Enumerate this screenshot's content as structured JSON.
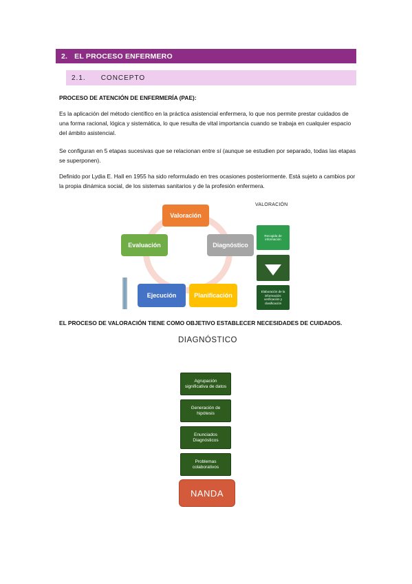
{
  "section": {
    "number": "2.",
    "title": "EL PROCESO ENFERMERO"
  },
  "subsection": {
    "number": "2.1.",
    "title": "CONCEPTO"
  },
  "paragraphs": {
    "p1": "PROCESO DE ATENCIÓN DE ENFERMERÍA (PAE):",
    "p2": "Es la aplicación del método científico en la práctica asistencial enfermera, lo que nos permite prestar cuidados de una forma racional, lógica y sistemática, lo que resulta de vital importancia cuando se trabaja en cualquier espacio del ámbito asistencial.",
    "p3": "Se configuran en 5 etapas sucesivas que se relacionan entre sí (aunque se estudien por separado, todas las etapas se superponen).",
    "p4": "Definido por Lydia E. Hall en 1955 ha sido reformulado en tres ocasiones posteriormente. Está sujeto a cambios por la propia dinámica social, de los sistemas sanitarios y de la profesión enfermera.",
    "p5": "EL PROCESO DE VALORACIÓN TIENE COMO OBJETIVO ESTABLECER NECESIDADES DE CUIDADOS."
  },
  "cycle": {
    "valoracion": "Valoración",
    "diagnostico": "Diagnóstico",
    "planificacion": "Planificación",
    "ejecucion": "Ejecución",
    "evaluacion": "Evaluación"
  },
  "valoracion_flow": {
    "title": "VALORACIÓN",
    "step1": "Recogida de información",
    "step3": "Elaboración de la información: verificación y clasificación"
  },
  "diagnostico_flow": {
    "title": "DIAGNÓSTICO",
    "steps": [
      "Agrupación significativa de datos",
      "Generación de hipótesis",
      "Enunciados Diagnósticos",
      "Problemas colaborativos"
    ],
    "final": "NANDA"
  },
  "colors": {
    "section_header": "#8e2d86",
    "subsection_header": "#efcdef",
    "valoracion": "#ed7d31",
    "diagnostico": "#a5a5a5",
    "planificacion": "#ffc000",
    "ejecucion": "#4472c4",
    "evaluacion": "#70ad47",
    "nanda": "#d45a3c"
  }
}
